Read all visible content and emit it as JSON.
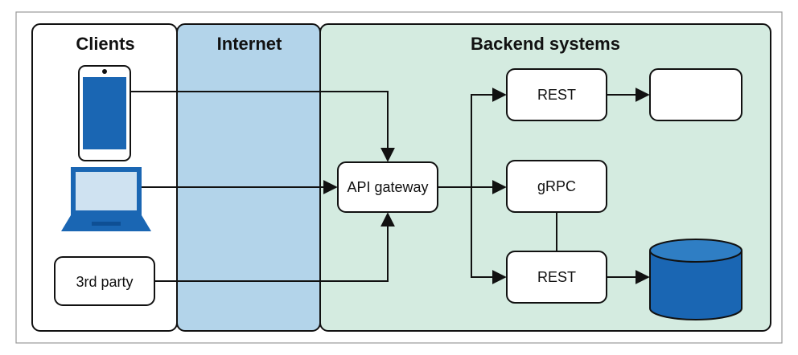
{
  "lanes": {
    "clients": "Clients",
    "internet": "Internet",
    "backend": "Backend systems"
  },
  "boxes": {
    "third_party": "3rd party",
    "api_gateway": "API gateway",
    "rest_top": "REST",
    "grpc": "gRPC",
    "rest_bottom": "REST",
    "blank_service": ""
  },
  "icons": {
    "phone": "mobile-phone-icon",
    "laptop": "laptop-icon",
    "database": "database-icon"
  },
  "colors": {
    "internet_fill": "#b3d4ea",
    "backend_fill": "#d4ebe0",
    "device_blue": "#1a66b3",
    "screen_light": "#cfe2f1",
    "line": "#111111"
  }
}
